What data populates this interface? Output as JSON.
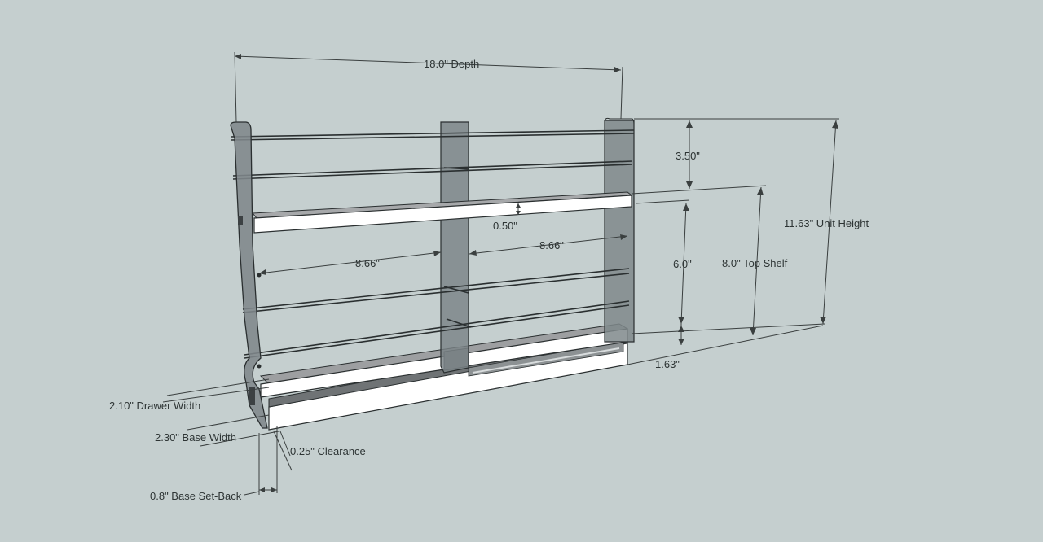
{
  "diagram": {
    "background_color": "#c5cfcf",
    "panel_color": "#7f888b",
    "shelf_color": "#a6a8aa",
    "labels": {
      "depth": "18.0\" Depth",
      "top_gap": "3.50\"",
      "shelf_thickness": "0.50\"",
      "bay_left": "8.66\"",
      "bay_right": "8.66\"",
      "shelf_spacing": "6.0\"",
      "top_shelf": "8.0\" Top Shelf",
      "unit_height": "11.63\" Unit Height",
      "base_height": "1.63\"",
      "drawer_width": "2.10\" Drawer Width",
      "base_width": "2.30\" Base Width",
      "clearance": "0.25\" Clearance",
      "base_setback": "0.8\" Base Set-Back"
    }
  }
}
